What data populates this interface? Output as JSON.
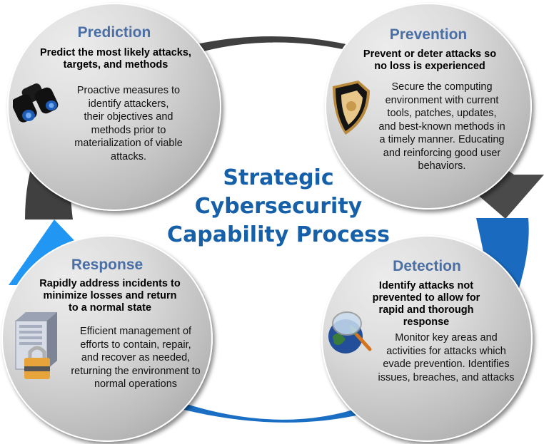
{
  "diagram": {
    "title_lines": [
      "Strategic",
      "Cybersecurity",
      "Capability Process"
    ],
    "colors": {
      "title": "#1560a8",
      "stage_title": "#4a6fa5",
      "arrow_dark": "#404040",
      "arrow_blue": "#1a73c8",
      "arrow_blue_light": "#2196f3"
    },
    "stages": [
      {
        "name": "Prediction",
        "icon": "binoculars-icon",
        "subtitle_lines": [
          "Predict the most likely attacks,",
          "targets, and methods"
        ],
        "body_lines": [
          "Proactive measures to",
          "identify attackers,",
          "their objectives and",
          "methods prior to",
          "materialization of viable",
          "attacks."
        ]
      },
      {
        "name": "Prevention",
        "icon": "shield-icon",
        "subtitle_lines": [
          "Prevent or deter attacks so",
          "no loss is experienced"
        ],
        "body_lines": [
          "Secure the computing",
          "environment with current",
          "tools, patches, updates,",
          "and best-known methods in",
          "a timely manner.  Educating",
          "and reinforcing good user",
          "behaviors."
        ]
      },
      {
        "name": "Detection",
        "icon": "globe-magnifier-icon",
        "subtitle_lines": [
          "Identify attacks not",
          "prevented to allow for",
          "rapid and thorough",
          "response"
        ],
        "body_lines": [
          "Monitor key areas and",
          "activities for attacks which",
          "evade prevention. Identifies",
          "issues, breaches, and attacks"
        ]
      },
      {
        "name": "Response",
        "icon": "server-lock-icon",
        "subtitle_lines": [
          "Rapidly address incidents to",
          "minimize losses and return",
          "to a normal state"
        ],
        "body_lines": [
          "Efficient management of",
          "efforts to contain, repair,",
          "and recover as needed,",
          "returning the environment to",
          "normal operations"
        ]
      }
    ]
  }
}
